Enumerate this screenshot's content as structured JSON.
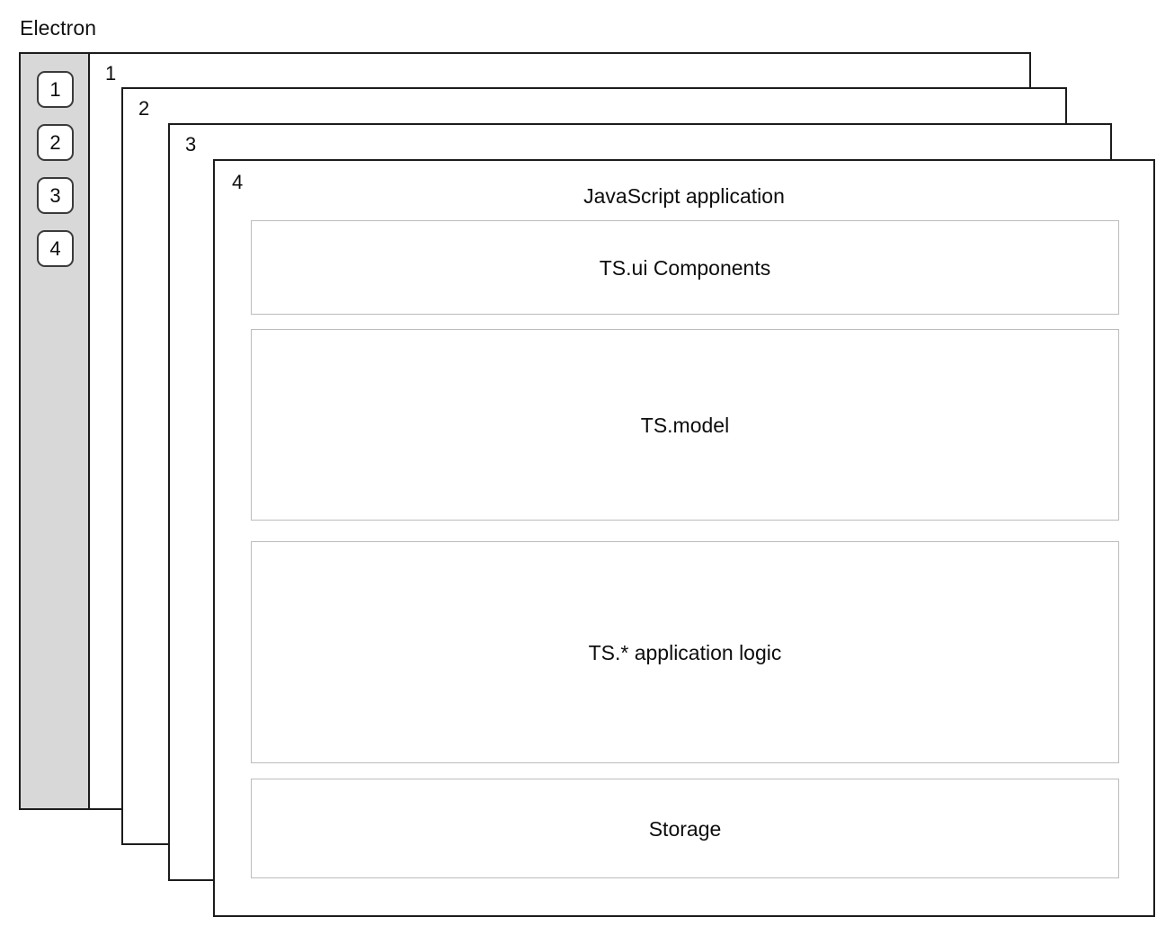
{
  "diagram": {
    "title": "Electron",
    "type": "layered-architecture-stack"
  },
  "sidebar": {
    "name": "window-switcher",
    "background_color": "#d8d8d8",
    "buttons": [
      {
        "label": "1"
      },
      {
        "label": "2"
      },
      {
        "label": "3"
      },
      {
        "label": "4"
      }
    ]
  },
  "layers": [
    {
      "number": "1"
    },
    {
      "number": "2"
    },
    {
      "number": "3"
    },
    {
      "number": "4"
    }
  ],
  "main": {
    "app_title": "JavaScript application",
    "boxes": [
      {
        "label": "TS.ui Components"
      },
      {
        "label": "TS.model"
      },
      {
        "label": "TS.* application logic"
      },
      {
        "label": "Storage"
      }
    ]
  },
  "colors": {
    "layer_border": "#1c1c1c",
    "box_border": "#bcbcbc",
    "sidebar_bg": "#d8d8d8",
    "canvas_bg": "#ffffff",
    "text": "#0d0d0d"
  }
}
